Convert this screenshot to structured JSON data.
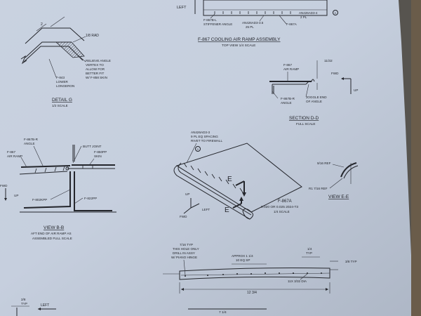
{
  "top": {
    "left_label": "LEFT",
    "stiffener_label": "F-867B-L",
    "stiffener_label2": "STIFFENER ANGLE",
    "rivet_label": "AN426AD3-3.5",
    "rivet_pl": "25 PL",
    "rivet_label_r": "AN426AD3-4",
    "rivet_pl_r": "2 PL",
    "part_r": "F-867A",
    "circle_r": "3"
  },
  "assembly_title": "F-867 COOLING AIR RAMP ASSEMBLY",
  "assembly_sub": "TOP VIEW  1/4 SCALE",
  "detail_g": {
    "rad": "1/8 RAD",
    "dim": "2",
    "note1": "RELIEVE ANGLE",
    "note2": "VERTEX TO",
    "note3": "ALLOW FOR",
    "note4": "BETTER FIT",
    "note5": "W/ F-858 SKIN",
    "part1": "F-843",
    "part2": "LOWER",
    "part3": "LONGERON",
    "title": "DETAIL G",
    "scale": "1/2 SCALE"
  },
  "section_dd": {
    "part1": "F-867",
    "part1b": "AIR RAMP",
    "dim": "11/32",
    "fwd": "FWD",
    "up": "UP",
    "part2": "F-867B-R",
    "part2b": "ANGLE",
    "note1": "JOGGLE END",
    "note2": "OF ANGLE",
    "title": "SECTION D-D",
    "scale": "FULL SCALE"
  },
  "view_bb": {
    "p1": "F-867B-R",
    "p1b": "ANGLE",
    "p2": "F-867",
    "p2b": "AIR RAMP",
    "butt": "BUTT JOINT",
    "p3": "F-850PP",
    "p3b": "SKIN",
    "p4": "F-802KPP",
    "p5": "F-822PP",
    "fwd": "FWD",
    "up": "UP",
    "title": "VIEW B-B",
    "sub1": "AFT END OF AIR RAMP AS",
    "sub2": "ASSEMBLED  FULL SCALE"
  },
  "center": {
    "rivet1": "AN426AD3-3",
    "rivet2": "9 PL EQ SPACING",
    "rivet3": "RIVET TO FIREWALL",
    "circle": "3",
    "e_top": "E",
    "e_bot": "E",
    "up": "UP",
    "left": "LEFT",
    "fwd": "FWD",
    "part": "F-867A",
    "mat": "0.020 OR 0.025 2024-T3",
    "scale": "1/4 SCALE"
  },
  "view_ee": {
    "r1": "9/16 REF",
    "r2": "R1 7/16 REF",
    "title": "VIEW E-E"
  },
  "bottom": {
    "n1": "7/16 TYP",
    "n2": "THIS HOLE ONLY",
    "n3": "DRILL IN ASSY",
    "n4": "W/ PIANO HINGE",
    "a1": "APPROX 1 1/4",
    "a2": "10 EQ SP",
    "t1": "1/4",
    "t2": "TYP",
    "r1": "3/8 TYP",
    "h1": "11X 3/32 DIA",
    "len": "12 3/4",
    "l1": "2/8",
    "l2": "TYP",
    "left": "LEFT",
    "len2": "7 1/4"
  }
}
